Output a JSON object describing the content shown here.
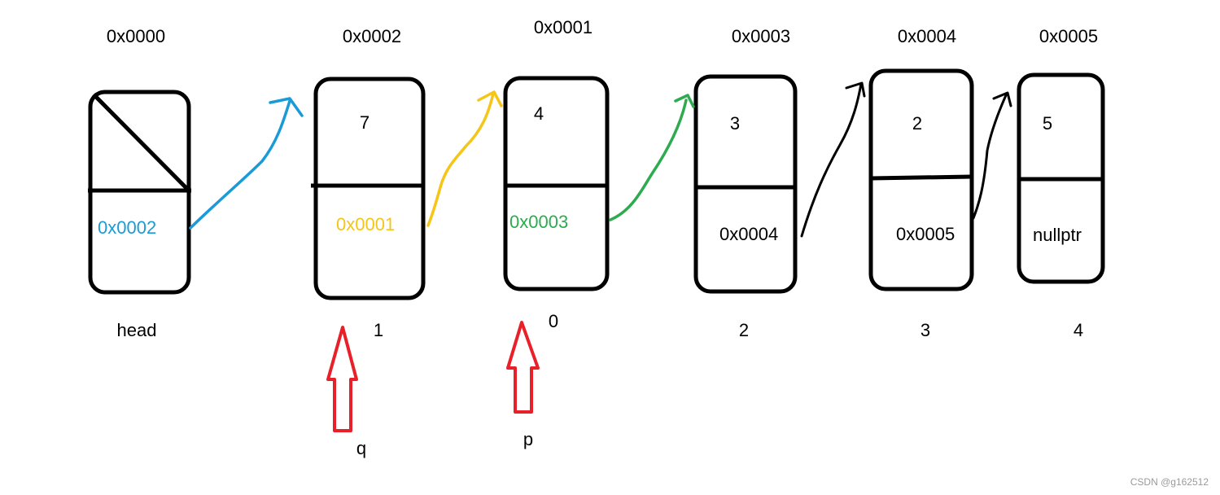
{
  "nodes": [
    {
      "address": "0x0000",
      "data": "",
      "next": "0x0002",
      "caption": "head",
      "next_color": "#1a9bd7"
    },
    {
      "address": "0x0002",
      "data": "7",
      "next": "0x0001",
      "caption": "1",
      "next_color": "#f5c518"
    },
    {
      "address": "0x0001",
      "data": "4",
      "next": "0x0003",
      "caption": "0",
      "next_color": "#2eaa4f"
    },
    {
      "address": "0x0003",
      "data": "3",
      "next": "0x0004",
      "caption": "2",
      "next_color": "#000000"
    },
    {
      "address": "0x0004",
      "data": "2",
      "next": "0x0005",
      "caption": "3",
      "next_color": "#000000"
    },
    {
      "address": "0x0005",
      "data": "5",
      "next": "nullptr",
      "caption": "4",
      "next_color": "#000000"
    }
  ],
  "pointers": [
    {
      "label": "q",
      "color": "#e8202a"
    },
    {
      "label": "p",
      "color": "#e8202a"
    }
  ],
  "watermark": "CSDN @g162512"
}
